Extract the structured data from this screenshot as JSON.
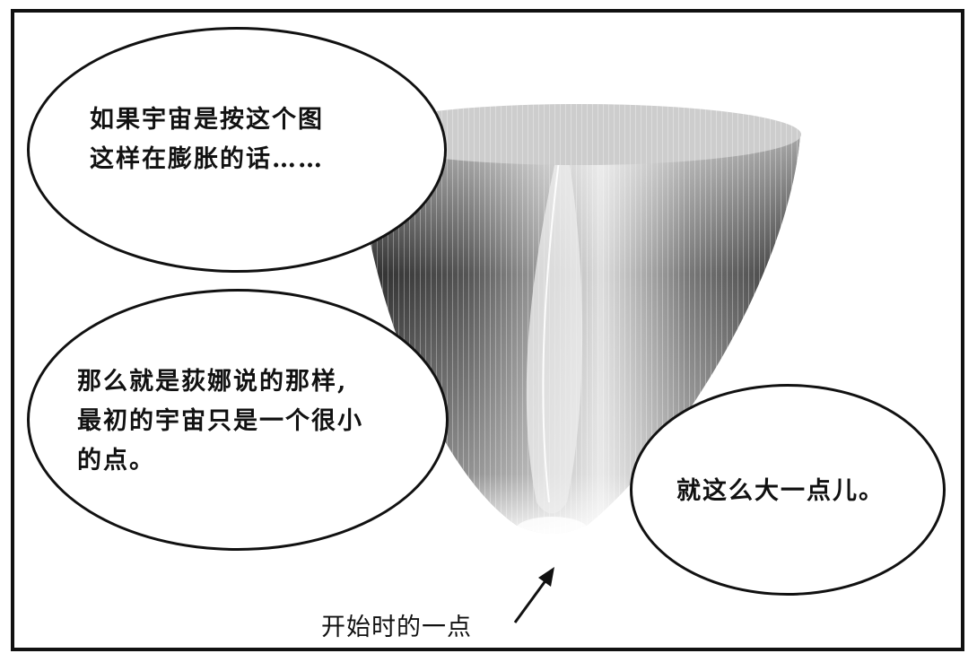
{
  "bubbles": {
    "top_left": {
      "lines": [
        "如果宇宙是按这个图",
        "这样在膨胀的话……"
      ]
    },
    "bottom_left": {
      "lines": [
        "那么就是荻娜说的那样,",
        "最初的宇宙只是一个很小",
        "的点。"
      ]
    },
    "right": {
      "lines": [
        "就这么大一点儿。"
      ]
    }
  },
  "caption": "开始时的一点",
  "colors": {
    "ink": "#111111",
    "paper": "#ffffff"
  },
  "icons": {
    "arrow": "arrow-up-right-icon"
  }
}
